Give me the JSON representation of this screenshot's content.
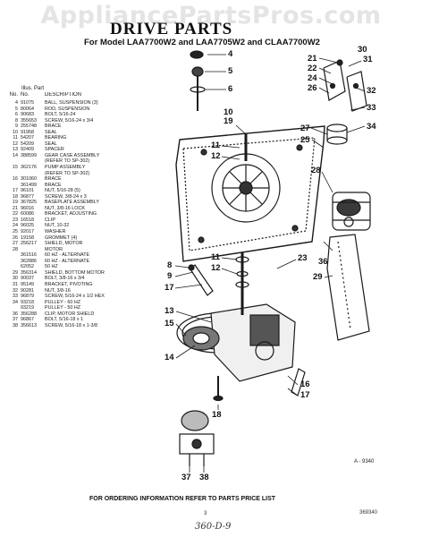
{
  "watermark": "AppliancePartsPros.com",
  "title": "DRIVE PARTS",
  "subtitle": "For Model LAA7700W2 and LAA7705W2 and CLAA7700W2",
  "table_header": {
    "illus": "Illus.",
    "part": "Part",
    "no": "No.",
    "no2": "No.",
    "description": "DESCRIPTION"
  },
  "parts": [
    {
      "illus": "4",
      "part": "91075",
      "desc": "BALL, SUSPENSION (3)"
    },
    {
      "illus": "5",
      "part": "80064",
      "desc": "ROD, SUSPENSION"
    },
    {
      "illus": "6",
      "part": "90683",
      "desc": "BOLT, 5/16-24"
    },
    {
      "illus": "8",
      "part": "355653",
      "desc": "SCREW, 5/16-24 x 3/4"
    },
    {
      "illus": "9",
      "part": "255748",
      "desc": "BRACE"
    },
    {
      "illus": "10",
      "part": "91958",
      "desc": "SEAL"
    },
    {
      "illus": "11",
      "part": "54207",
      "desc": "BEARING"
    },
    {
      "illus": "12",
      "part": "54209",
      "desc": "SEAL"
    },
    {
      "illus": "13",
      "part": "92409",
      "desc": "SPACER"
    },
    {
      "illus": "14",
      "part": "388599",
      "desc": "GEAR CASE ASSEMBLY"
    },
    {
      "illus": "",
      "part": "",
      "desc": "(REFER TO SP-302)"
    },
    {
      "illus": "15",
      "part": "362176",
      "desc": "PUMP ASSEMBLY"
    },
    {
      "illus": "",
      "part": "",
      "desc": "(REFER TO SP-302)"
    },
    {
      "illus": "16",
      "part": "301060",
      "desc": "BRACE"
    },
    {
      "illus": "",
      "part": "361499",
      "desc": "BRACE"
    },
    {
      "illus": "17",
      "part": "96101",
      "desc": "NUT, 5/16-28 (5)"
    },
    {
      "illus": "18",
      "part": "96877",
      "desc": "SCREW, 3/8-24 x 3"
    },
    {
      "illus": "19",
      "part": "367825",
      "desc": "BASEPLATE ASSEMBLY"
    },
    {
      "illus": "21",
      "part": "96016",
      "desc": "NUT, 3/8-16 LOCK"
    },
    {
      "illus": "22",
      "part": "60086",
      "desc": "BRACKET, ADJUSTING"
    },
    {
      "illus": "23",
      "part": "16518",
      "desc": "CLIP"
    },
    {
      "illus": "24",
      "part": "96025",
      "desc": "NUT, 10-32"
    },
    {
      "illus": "25",
      "part": "92017",
      "desc": "WASHER"
    },
    {
      "illus": "26",
      "part": "19158",
      "desc": "GROMMET (4)"
    },
    {
      "illus": "27",
      "part": "256217",
      "desc": "SHIELD, MOTOR"
    },
    {
      "illus": "28",
      "part": "",
      "desc": "MOTOR"
    },
    {
      "illus": "",
      "part": "361516",
      "desc": "60 HZ - ALTERNATE"
    },
    {
      "illus": "",
      "part": "362886",
      "desc": "60 HZ - ALTERNATE"
    },
    {
      "illus": "",
      "part": "62052",
      "desc": "50 HZ"
    },
    {
      "illus": "29",
      "part": "356314",
      "desc": "SHIELD, BOTTOM MOTOR"
    },
    {
      "illus": "30",
      "part": "90037",
      "desc": "BOLT, 3/8-16 x 3/4"
    },
    {
      "illus": "31",
      "part": "95149",
      "desc": "BRACKET, PIVOTING"
    },
    {
      "illus": "32",
      "part": "90281",
      "desc": "NUT, 3/8-16"
    },
    {
      "illus": "33",
      "part": "96879",
      "desc": "SCREW, 5/16-24 x 1/2 HEX"
    },
    {
      "illus": "34",
      "part": "93218",
      "desc": "PULLEY - 60 HZ"
    },
    {
      "illus": "",
      "part": "93219",
      "desc": "PULLEY - 50 HZ"
    },
    {
      "illus": "36",
      "part": "356288",
      "desc": "CLIP, MOTOR SHIELD"
    },
    {
      "illus": "37",
      "part": "96867",
      "desc": "BOLT, 5/16-18 x 1"
    },
    {
      "illus": "38",
      "part": "356613",
      "desc": "SCREW, 5/16-18 x 1-3/8"
    }
  ],
  "callouts": {
    "c4": "4",
    "c5": "5",
    "c6": "6",
    "c10": "10",
    "c19": "19",
    "c11a": "11",
    "c12a": "12",
    "c30": "30",
    "c31": "31",
    "c21": "21",
    "c22": "22",
    "c24": "24",
    "c26": "26",
    "c32": "32",
    "c33": "33",
    "c34": "34",
    "c27": "27",
    "c25": "25",
    "c28": "28",
    "c11b": "11",
    "c12b": "12",
    "c8": "8",
    "c9": "9",
    "c17a": "17",
    "c23": "23",
    "c36": "36",
    "c29": "29",
    "c13": "13",
    "c15": "15",
    "c14": "14",
    "c16": "16",
    "c17b": "17",
    "c18": "18",
    "c37": "37",
    "c38": "38"
  },
  "diagram_code": "A - 9340",
  "footer": "FOR ORDERING INFORMATION REFER TO PARTS PRICE LIST",
  "page_number": "3",
  "doc_number": "369340",
  "handwritten_note": "360-D-9"
}
